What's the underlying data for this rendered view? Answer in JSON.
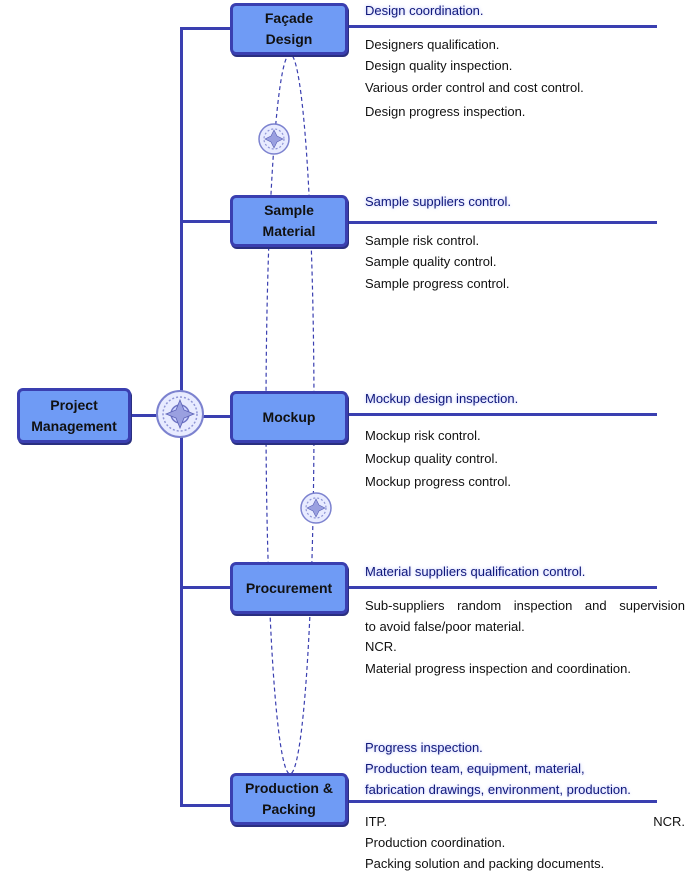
{
  "root": {
    "label": "Project Management"
  },
  "stages": [
    {
      "label": "Façade Design",
      "heading": [
        "Design coordination."
      ],
      "items": [
        "Designers qualification.",
        "Design quality inspection.",
        "Various order control and cost control.",
        "Design progress inspection."
      ]
    },
    {
      "label": "Sample Material",
      "heading": [
        "Sample suppliers control."
      ],
      "items": [
        "Sample risk control.",
        "Sample quality control.",
        "Sample progress control."
      ]
    },
    {
      "label": "Mockup",
      "heading": [
        "Mockup design inspection."
      ],
      "items": [
        "Mockup risk control.",
        "Mockup quality control.",
        "Mockup progress control."
      ]
    },
    {
      "label": "Procurement",
      "heading": [
        "Material suppliers qualification control."
      ],
      "items": [
        "Sub-suppliers random inspection and supervision",
        "to avoid false/poor material.",
        "NCR.",
        "Material progress inspection and coordination."
      ]
    },
    {
      "label": "Production & Packing",
      "heading": [
        "Progress inspection.",
        "Production team, equipment, material,",
        "fabrication drawings, environment, production."
      ],
      "items": [
        "ITP.",
        "NCR.",
        "Production coordination.",
        "Packing solution and packing documents."
      ]
    }
  ],
  "icons": [
    "emblem-icon"
  ],
  "colors": {
    "box_fill": "#6f9bf5",
    "box_border": "#3a3fb0",
    "heading_text": "#10187a"
  }
}
